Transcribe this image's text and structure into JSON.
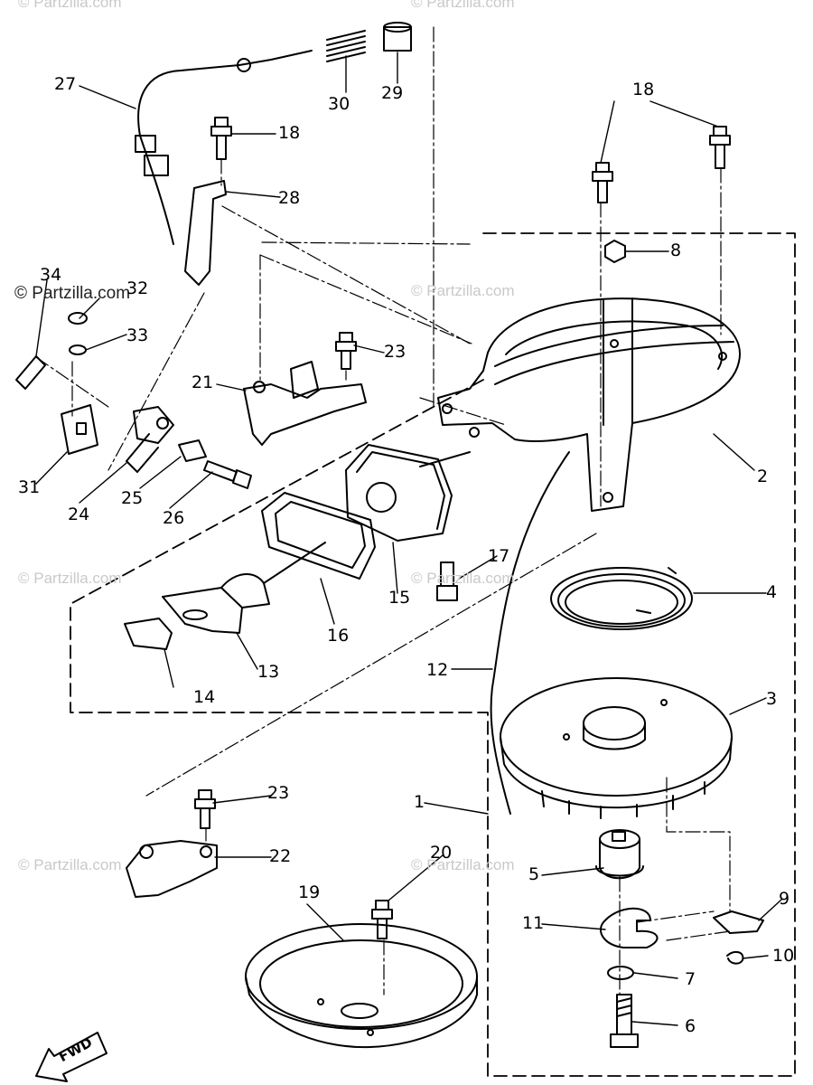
{
  "watermark": "© Partzilla.com",
  "fwd_label": "FWD",
  "callouts": {
    "c1": "1",
    "c2": "2",
    "c3": "3",
    "c4": "4",
    "c5": "5",
    "c6": "6",
    "c7": "7",
    "c8": "8",
    "c9": "9",
    "c10": "10",
    "c11": "11",
    "c12": "12",
    "c13": "13",
    "c14": "14",
    "c15": "15",
    "c16": "16",
    "c17": "17",
    "c18a": "18",
    "c18b": "18",
    "c19": "19",
    "c20": "20",
    "c21": "21",
    "c22": "22",
    "c23a": "23",
    "c23b": "23",
    "c24": "24",
    "c25": "25",
    "c26": "26",
    "c27": "27",
    "c28": "28",
    "c29": "29",
    "c30": "30",
    "c31": "31",
    "c32": "32",
    "c33": "33",
    "c34": "34"
  }
}
